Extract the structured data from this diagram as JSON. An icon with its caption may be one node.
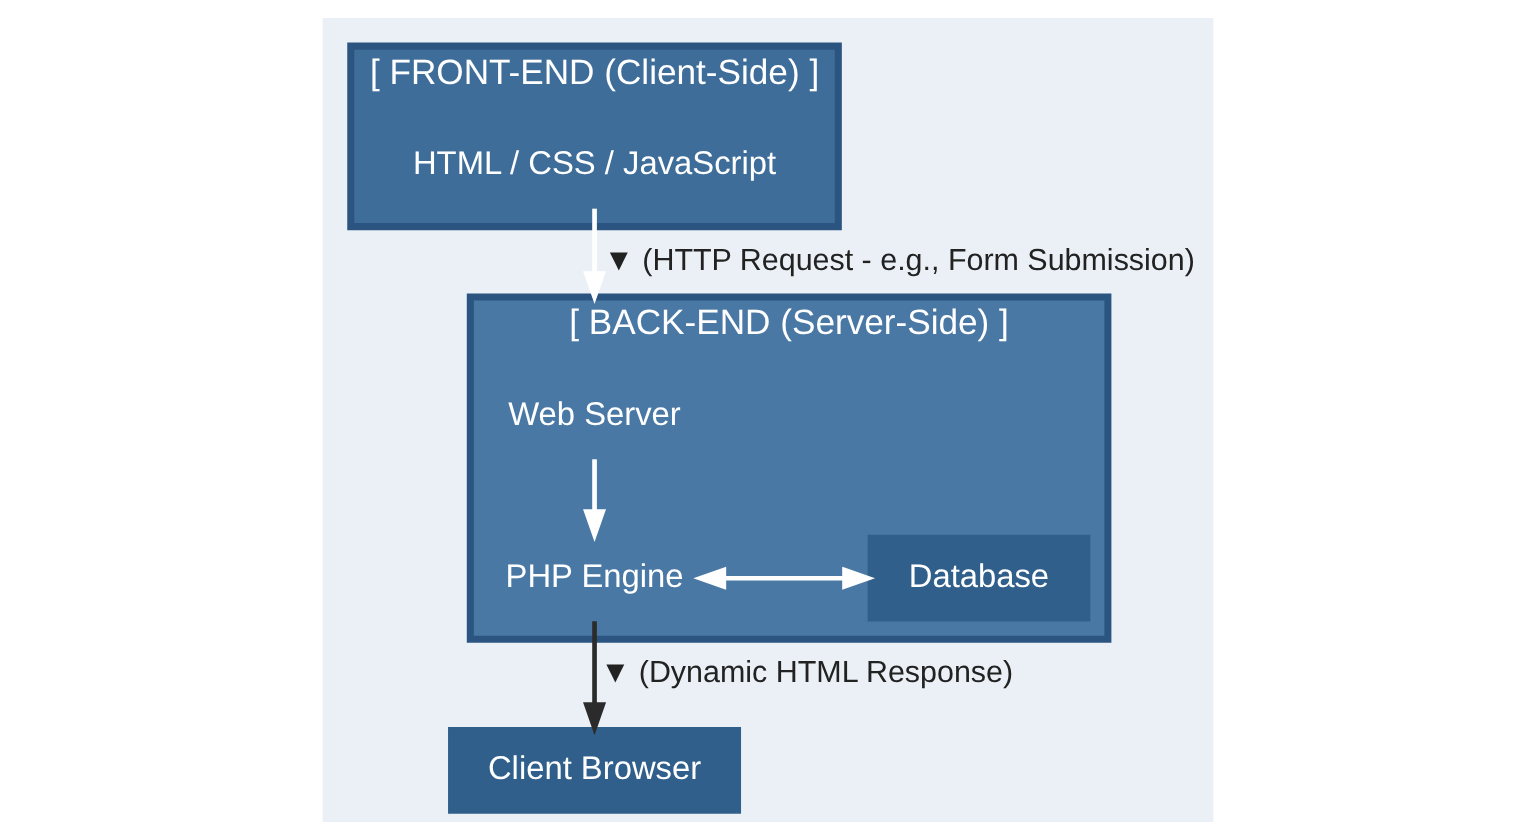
{
  "diagram": {
    "nodes": [
      {
        "text": [
          "[ FRONT-END (Client-Side) ]"
        ]
      },
      {
        "text": [
          "HTML / CSS / JavaScript"
        ],
        "in": 0
      },
      {
        "text": [
          "[ BACK-END (Server-Side) ]"
        ]
      },
      {
        "text": [
          "Web Server"
        ],
        "in": 2
      },
      {
        "text": [
          "PHP Engine"
        ],
        "in": 2
      },
      {
        "text": [
          "Database"
        ],
        "in": 2
      },
      {
        "text": [
          "Client Browser"
        ]
      }
    ],
    "edges": [
      {
        "from": 1,
        "to": 2,
        "arrow": "to",
        "label": "▼ (HTTP Request - e.g., Form Submission)"
      },
      {
        "from": 3,
        "to": 4,
        "arrow": "to"
      },
      {
        "from": 4,
        "to": 5,
        "arrow": "both"
      },
      {
        "from": 4,
        "to": 6,
        "arrow": "to",
        "label": "▼ (Dynamic HTML Response)",
        "color": "#2b2b2b"
      }
    ]
  }
}
